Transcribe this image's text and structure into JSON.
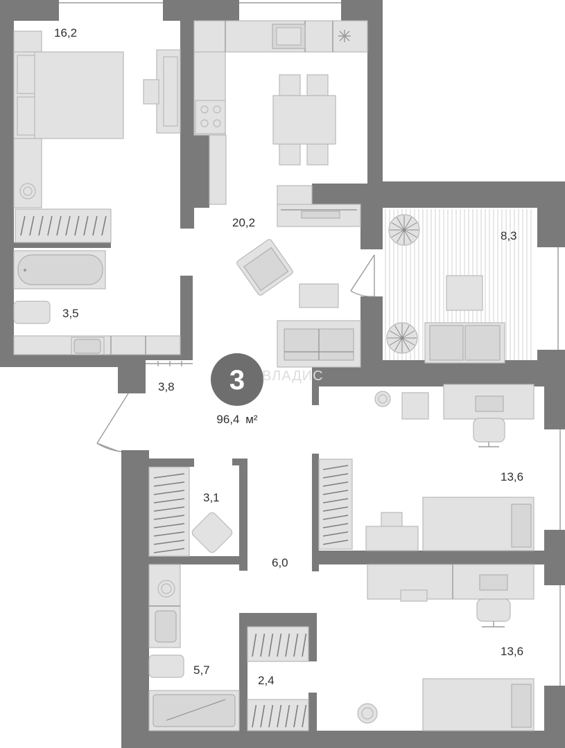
{
  "plan": {
    "rooms_count": "3",
    "brand_watermark": "ВЛАДИС",
    "total_area_number": "96,4",
    "total_area_unit": "м²",
    "rooms": [
      {
        "id": "bedroom-left",
        "area": "16,2"
      },
      {
        "id": "kitchen-living",
        "area": "20,2"
      },
      {
        "id": "balcony",
        "area": "8,3"
      },
      {
        "id": "bathroom-top",
        "area": "3,5"
      },
      {
        "id": "entry-closet",
        "area": "3,8"
      },
      {
        "id": "bedroom-middle",
        "area": "13,6"
      },
      {
        "id": "wardrobe",
        "area": "3,1"
      },
      {
        "id": "hallway",
        "area": "6,0"
      },
      {
        "id": "bedroom-bottom",
        "area": "13,6"
      },
      {
        "id": "bathroom-bottom",
        "area": "5,7"
      },
      {
        "id": "storage",
        "area": "2,4"
      }
    ]
  }
}
